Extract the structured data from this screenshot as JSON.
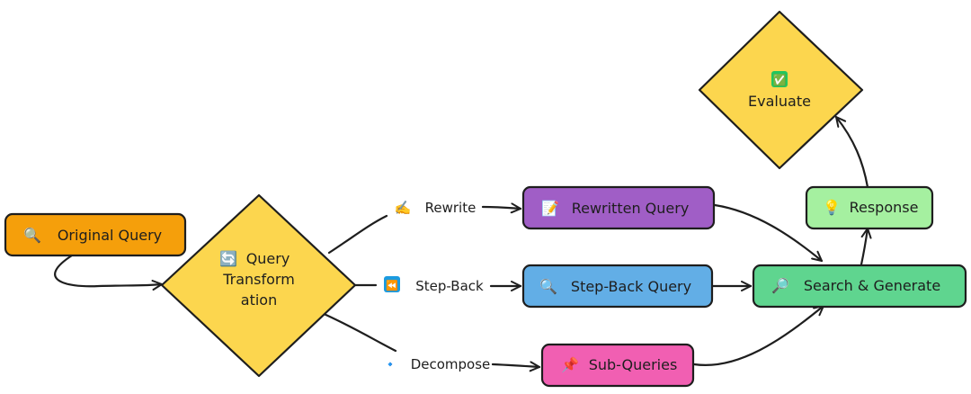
{
  "nodes": {
    "original_query": {
      "icon": "🔍",
      "label": "Original Query"
    },
    "query_transformation": {
      "icon": "🔄",
      "label_lines": [
        "Query",
        "Transform",
        "ation"
      ]
    },
    "rewritten_query": {
      "icon": "📝",
      "label": "Rewritten Query"
    },
    "step_back_query": {
      "icon": "🔍",
      "label": "Step-Back Query"
    },
    "sub_queries": {
      "icon": "📌",
      "label": "Sub-Queries"
    },
    "search_generate": {
      "icon": "🔎",
      "label": "Search & Generate"
    },
    "response": {
      "icon": "💡",
      "label": "Response"
    },
    "evaluate": {
      "icon": "✅",
      "label": "Evaluate"
    }
  },
  "edge_labels": {
    "rewrite": {
      "icon": "✍️",
      "label": "Rewrite"
    },
    "step_back": {
      "icon": "⏪",
      "label": "Step-Back"
    },
    "decompose": {
      "icon": "🔹",
      "label": "Decompose"
    }
  },
  "colors": {
    "orange": "#f59f0b",
    "yellow": "#fcd64e",
    "purple": "#a05ec6",
    "blue": "#62aee6",
    "pink": "#f15fb2",
    "green": "#5fd58f",
    "light_green": "#a5f0a0",
    "stroke": "#1e1e1e"
  }
}
